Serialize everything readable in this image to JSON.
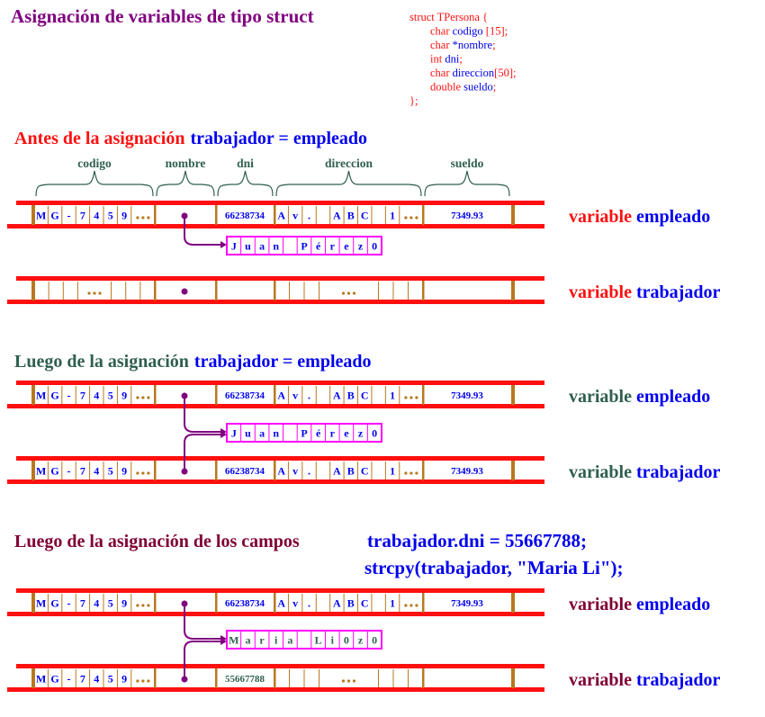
{
  "title": "Asignación de variables de tipo struct",
  "code": {
    "lines": [
      {
        "parts": [
          {
            "t": "struct TPersona {",
            "c": "red"
          }
        ],
        "indent": false
      },
      {
        "parts": [
          {
            "t": "char ",
            "c": "red"
          },
          {
            "t": "codigo ",
            "c": "blue"
          },
          {
            "t": "[15];",
            "c": "red"
          }
        ],
        "indent": true
      },
      {
        "parts": [
          {
            "t": "char ",
            "c": "red"
          },
          {
            "t": "*nombre",
            "c": "blue"
          },
          {
            "t": ";",
            "c": "red"
          }
        ],
        "indent": true
      },
      {
        "parts": [
          {
            "t": "int ",
            "c": "red"
          },
          {
            "t": "dni",
            "c": "blue"
          },
          {
            "t": ";",
            "c": "red"
          }
        ],
        "indent": true
      },
      {
        "parts": [
          {
            "t": "char ",
            "c": "red"
          },
          {
            "t": "direccion",
            "c": "blue"
          },
          {
            "t": "[50];",
            "c": "red"
          }
        ],
        "indent": true
      },
      {
        "parts": [
          {
            "t": "double ",
            "c": "red"
          },
          {
            "t": "sueldo",
            "c": "blue"
          },
          {
            "t": ";",
            "c": "red"
          }
        ],
        "indent": true
      },
      {
        "parts": [
          {
            "t": "};",
            "c": "red"
          }
        ],
        "indent": false
      }
    ]
  },
  "field_labels": [
    "codigo",
    "nombre",
    "dni",
    "direccion",
    "sueldo"
  ],
  "colors": {
    "red": "#ff1010",
    "blue": "#0000ee",
    "purple": "#800080",
    "green": "#2f5f4f",
    "maroon": "#800033",
    "brown": "#b87820",
    "magenta": "#ff00ff",
    "pointer": "#800080"
  },
  "sections": [
    {
      "heading": "Antes de la asignación",
      "code": "trabajador = empleado",
      "heading_color": "red",
      "rows": [
        {
          "var_word": "variable",
          "var_name": "empleado",
          "codigo": [
            "M",
            "G",
            "-",
            "7",
            "4",
            "5",
            "9",
            "..."
          ],
          "dni": "66238734",
          "direccion": [
            "A",
            "v",
            ".",
            "",
            "A",
            "B",
            "C",
            "",
            "1",
            "..."
          ],
          "sueldo": "7349.93",
          "text_color": "blue"
        },
        {
          "var_word": "variable",
          "var_name": "trabajador",
          "codigo": [
            "",
            "",
            "",
            "...",
            "",
            "",
            ""
          ],
          "dni": "",
          "direccion": [
            "",
            "",
            "",
            "...",
            "",
            "",
            ""
          ],
          "sueldo": "",
          "text_color": "blue"
        }
      ],
      "string": {
        "chars": [
          "J",
          "u",
          "a",
          "n",
          "",
          "P",
          "é",
          "r",
          "e",
          "z",
          "0"
        ],
        "text_color": "blue"
      },
      "pointers_from": [
        0
      ]
    },
    {
      "heading": "Luego de la asignación",
      "code": "trabajador = empleado",
      "heading_color": "green",
      "rows": [
        {
          "var_word": "variable",
          "var_name": "empleado",
          "codigo": [
            "M",
            "G",
            "-",
            "7",
            "4",
            "5",
            "9",
            "..."
          ],
          "dni": "66238734",
          "direccion": [
            "A",
            "v",
            ".",
            "",
            "A",
            "B",
            "C",
            "",
            "1",
            "..."
          ],
          "sueldo": "7349.93",
          "text_color": "blue"
        },
        {
          "var_word": "variable",
          "var_name": "trabajador",
          "codigo": [
            "M",
            "G",
            "-",
            "7",
            "4",
            "5",
            "9",
            "..."
          ],
          "dni": "66238734",
          "direccion": [
            "A",
            "v",
            ".",
            "",
            "A",
            "B",
            "C",
            "",
            "1",
            "..."
          ],
          "sueldo": "7349.93",
          "text_color": "blue"
        }
      ],
      "string": {
        "chars": [
          "J",
          "u",
          "a",
          "n",
          "",
          "P",
          "é",
          "r",
          "e",
          "z",
          "0"
        ],
        "text_color": "blue"
      },
      "pointers_from": [
        0,
        1
      ]
    },
    {
      "heading": "Luego de la asignación de los campos",
      "code": "trabajador.dni = 55667788;",
      "code2": "strcpy(trabajador, \"Maria Li\");",
      "heading_color": "maroon",
      "rows": [
        {
          "var_word": "variable",
          "var_name": "empleado",
          "codigo": [
            "M",
            "G",
            "-",
            "7",
            "4",
            "5",
            "9",
            "..."
          ],
          "dni": "66238734",
          "direccion": [
            "A",
            "v",
            ".",
            "",
            "A",
            "B",
            "C",
            "",
            "1",
            "..."
          ],
          "sueldo": "7349.93",
          "text_color": "blue"
        },
        {
          "var_word": "variable",
          "var_name": "trabajador",
          "codigo": [
            "M",
            "G",
            "-",
            "7",
            "4",
            "5",
            "9",
            "..."
          ],
          "dni": "55667788",
          "direccion": [
            "",
            "",
            "",
            "...",
            "",
            "",
            ""
          ],
          "sueldo": "",
          "text_color": "blue",
          "dni_color": "green"
        }
      ],
      "string": {
        "chars": [
          "M",
          "a",
          "r",
          "i",
          "a",
          "",
          "L",
          "i",
          "0",
          "z",
          "0"
        ],
        "text_color": "green"
      },
      "pointers_from": [
        0,
        1
      ]
    }
  ]
}
